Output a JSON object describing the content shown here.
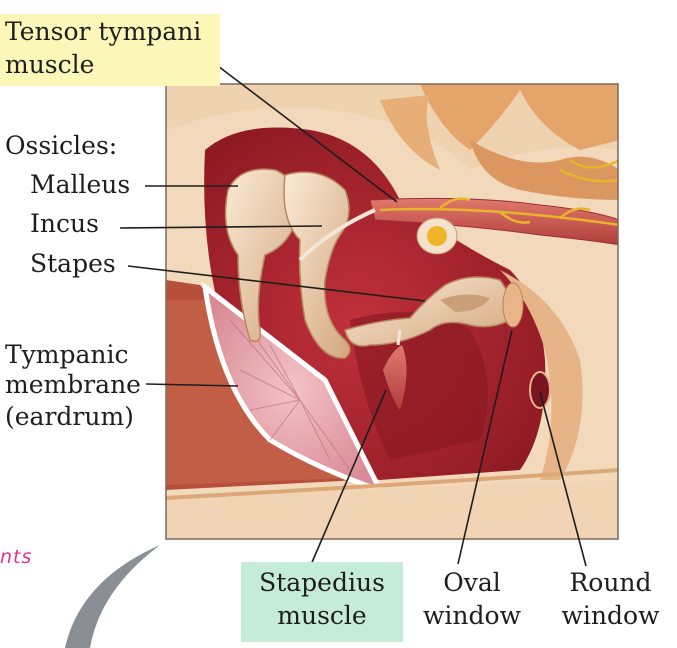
{
  "labels": {
    "tensor_tympani": [
      "Tensor tympani",
      "muscle"
    ],
    "ossicles_heading": "Ossicles:",
    "malleus": "Malleus",
    "incus": "Incus",
    "stapes": "Stapes",
    "tympanic_membrane": [
      "Tympanic",
      "membrane",
      "(eardrum)"
    ],
    "stapedius": [
      "Stapedius",
      "muscle"
    ],
    "oval_window": [
      "Oval",
      "window"
    ],
    "round_window": [
      "Round",
      "window"
    ]
  },
  "handwritten_note": "nts",
  "colors": {
    "tensor_highlight": "#fbf7b8",
    "stapedius_highlight": "#c5ecd7",
    "cavity_red": "#a01e2a",
    "bone": "#f3dcc0",
    "ossicle": "#e8c9a6",
    "muscle": "#c54f4a",
    "nerve": "#e6b52a",
    "annotation_pink": "#e3348c"
  }
}
